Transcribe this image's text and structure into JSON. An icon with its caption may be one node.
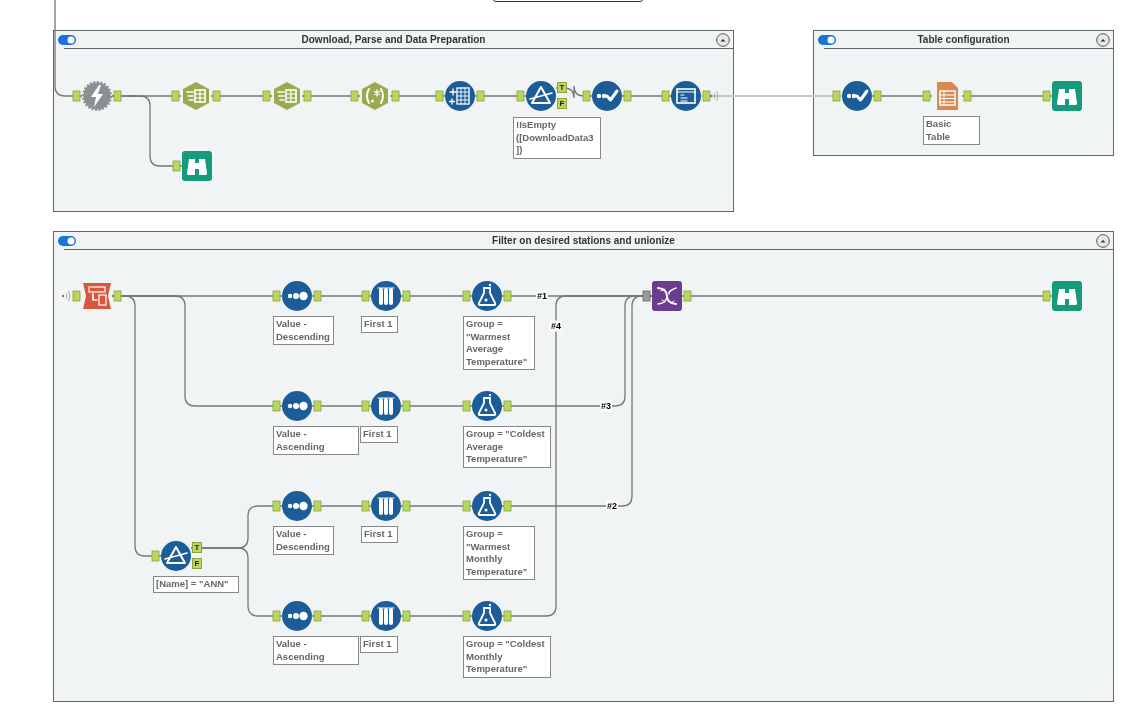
{
  "diagram": {
    "nodes": [
      {
        "text": [],
        "shape": "box"
      },
      {
        "text": [
          "Download, Parse and Data Preparation"
        ]
      },
      {
        "text": [
          "Table configuration"
        ]
      },
      {
        "text": [
          "Filter on desired stations and unionize"
        ]
      },
      {
        "text": [],
        "shape": "picture",
        "in": 1
      },
      {
        "text": [],
        "shape": "picture",
        "in": 1
      },
      {
        "text": [],
        "shape": "picture",
        "in": 1
      },
      {
        "text": [],
        "shape": "picture",
        "in": 1
      },
      {
        "text": [],
        "shape": "picture",
        "in": 1
      },
      {
        "text": [],
        "shape": "picture",
        "in": 1,
        "beside": [
          "!IsEmpty ([DownloadData3 ])"
        ]
      },
      {
        "text": [],
        "shape": "picture",
        "in": 1
      },
      {
        "text": [],
        "shape": "picture",
        "in": 1
      },
      {
        "text": [],
        "shape": "picture",
        "in": 1
      },
      {
        "text": [],
        "shape": "picture",
        "in": 2
      },
      {
        "text": [],
        "shape": "picture",
        "in": 2,
        "beside": [
          "Basic Table"
        ]
      },
      {
        "text": [],
        "shape": "picture",
        "in": 2
      },
      {
        "text": [],
        "shape": "picture",
        "in": 3
      },
      {
        "text": [],
        "shape": "picture",
        "in": 3,
        "beside": [
          "Value - Descending"
        ]
      },
      {
        "text": [],
        "shape": "picture",
        "in": 3,
        "beside": [
          "First 1"
        ]
      },
      {
        "text": [],
        "shape": "picture",
        "in": 3,
        "beside": [
          "Group = \"Warmest Average Temperature\""
        ]
      },
      {
        "text": [],
        "shape": "picture",
        "in": 3,
        "beside": [
          "Value - Ascending"
        ]
      },
      {
        "text": [],
        "shape": "picture",
        "in": 3,
        "beside": [
          "First 1"
        ]
      },
      {
        "text": [],
        "shape": "picture",
        "in": 3,
        "beside": [
          "Group = \"Coldest Average Temperature\""
        ]
      },
      {
        "text": [],
        "shape": "picture",
        "in": 3,
        "beside": [
          "[Name] = \"ANN\""
        ]
      },
      {
        "text": [],
        "shape": "picture",
        "in": 3,
        "beside": [
          "Value - Descending"
        ]
      },
      {
        "text": [],
        "shape": "picture",
        "in": 3,
        "beside": [
          "First 1"
        ]
      },
      {
        "text": [],
        "shape": "picture",
        "in": 3,
        "beside": [
          "Group = \"Warmest Monthly Temperature\""
        ]
      },
      {
        "text": [],
        "shape": "picture",
        "in": 3,
        "beside": [
          "Value - Ascending"
        ]
      },
      {
        "text": [],
        "shape": "picture",
        "in": 3,
        "beside": [
          "First 1"
        ]
      },
      {
        "text": [],
        "shape": "picture",
        "in": 3,
        "beside": [
          "Group = \"Coldest Monthly Temperature\""
        ]
      },
      {
        "text": [],
        "shape": "picture",
        "in": 3
      },
      {
        "text": [],
        "shape": "picture",
        "in": 3
      }
    ],
    "edges": [
      {
        "from": null,
        "to": 4,
        "arrow": "none"
      },
      {
        "from": 4,
        "to": 5,
        "arrow": "none"
      },
      {
        "from": 5,
        "to": 6,
        "arrow": "none"
      },
      {
        "from": 6,
        "to": 7,
        "arrow": "none"
      },
      {
        "from": 7,
        "to": 8,
        "arrow": "none"
      },
      {
        "from": 8,
        "to": 9,
        "arrow": "none"
      },
      {
        "from": 9,
        "to": 10,
        "arrow": "none"
      },
      {
        "from": 10,
        "to": 11,
        "arrow": "none"
      },
      {
        "from": 4,
        "to": 12,
        "arrow": "none"
      },
      {
        "from": 11,
        "to": 13,
        "arrow": "none",
        "color": "#c8c8c8"
      },
      {
        "from": 13,
        "to": 14,
        "arrow": "none"
      },
      {
        "from": 14,
        "to": 15,
        "arrow": "none"
      },
      {
        "from": 16,
        "to": 17,
        "arrow": "none"
      },
      {
        "from": 17,
        "to": 18,
        "arrow": "none"
      },
      {
        "from": 18,
        "to": 19,
        "arrow": "none"
      },
      {
        "from": 16,
        "to": 20,
        "arrow": "none"
      },
      {
        "from": 20,
        "to": 21,
        "arrow": "none"
      },
      {
        "from": 21,
        "to": 22,
        "arrow": "none"
      },
      {
        "from": 16,
        "to": 23,
        "arrow": "none"
      },
      {
        "from": 23,
        "to": 24,
        "arrow": "none"
      },
      {
        "from": 24,
        "to": 25,
        "arrow": "none"
      },
      {
        "from": 25,
        "to": 26,
        "arrow": "none"
      },
      {
        "from": 23,
        "to": 27,
        "arrow": "none"
      },
      {
        "from": 27,
        "to": 28,
        "arrow": "none"
      },
      {
        "from": 28,
        "to": 29,
        "arrow": "none"
      },
      {
        "from": 19,
        "to": 30,
        "arrow": "none",
        "label": "#1"
      },
      {
        "from": 22,
        "to": 30,
        "arrow": "none",
        "label": "#3"
      },
      {
        "from": 26,
        "to": 30,
        "arrow": "none",
        "label": "#2"
      },
      {
        "from": 29,
        "to": 30,
        "arrow": "none",
        "label": "#4"
      },
      {
        "from": 30,
        "to": 31,
        "arrow": "none"
      }
    ],
    "labels": [
      "T",
      "F",
      "T",
      "F"
    ]
  }
}
